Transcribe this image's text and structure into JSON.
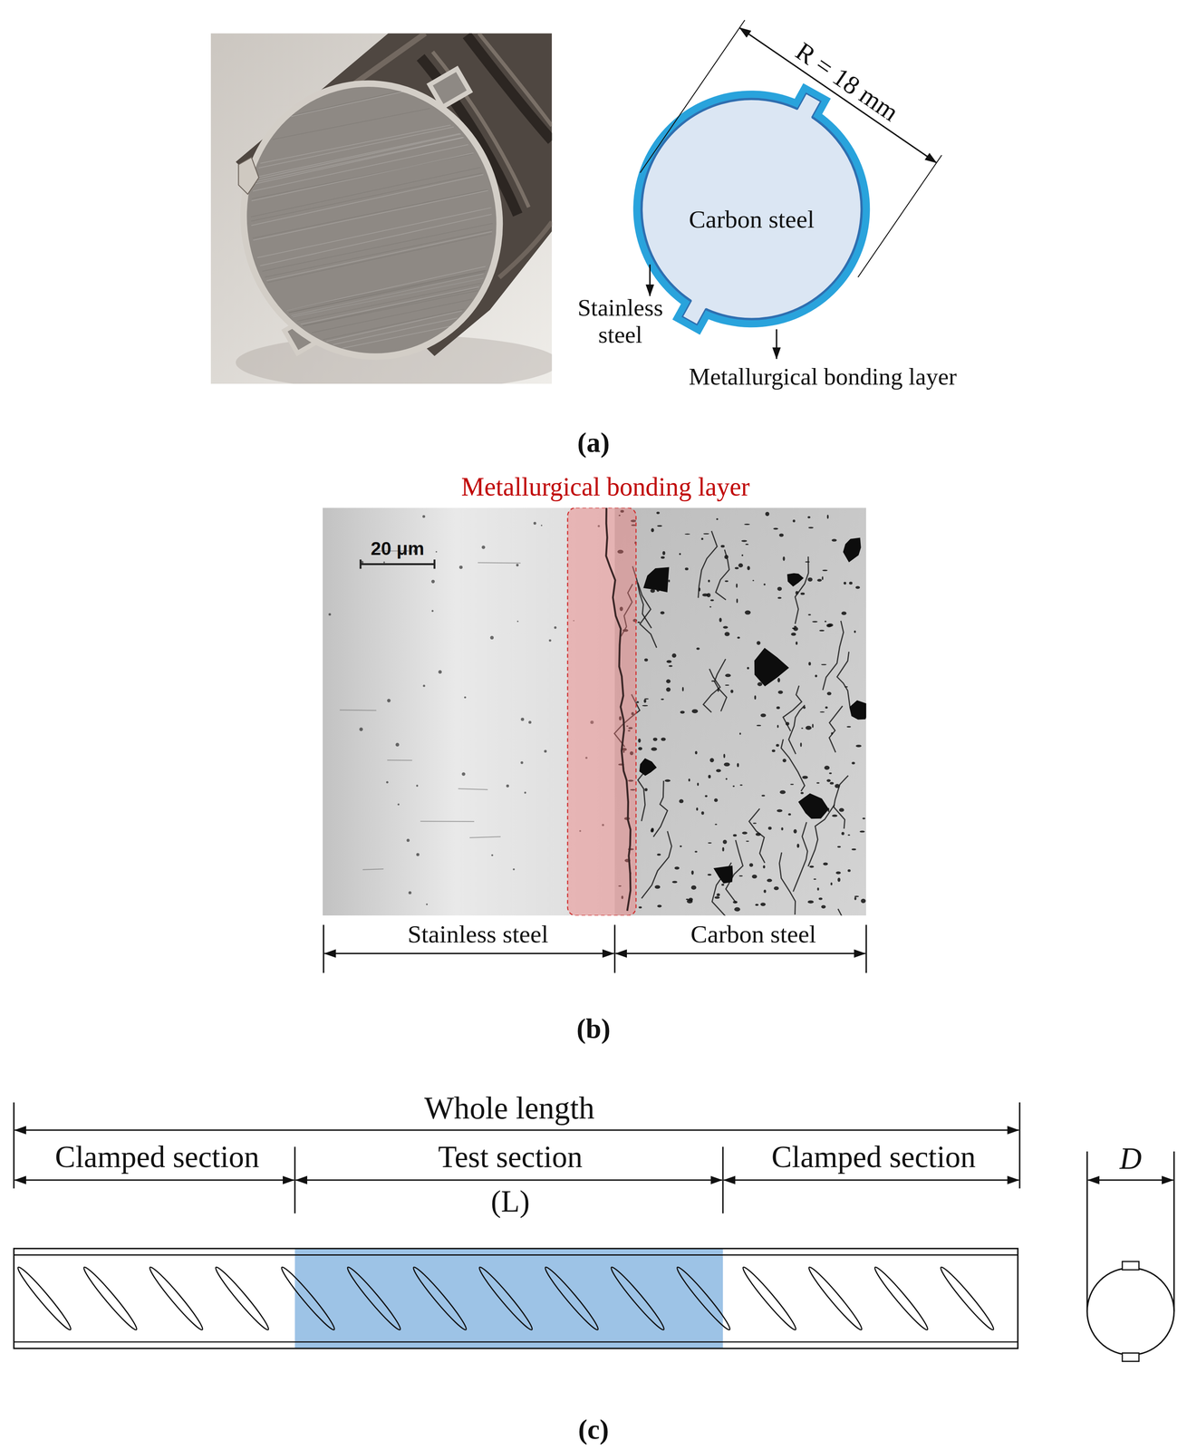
{
  "diagram": {
    "labels": [
      "R = 18 mm",
      "Carbon steel",
      "Stainless steel",
      "Metallurgical bonding layer",
      "(a)",
      "Metallurgical bonding layer",
      "20 μm",
      "Stainless steel",
      "Carbon steel",
      "(b)",
      "Whole length",
      "Clamped section",
      "Test section",
      "(L)",
      "Clamped section",
      "D",
      "(c)"
    ]
  }
}
